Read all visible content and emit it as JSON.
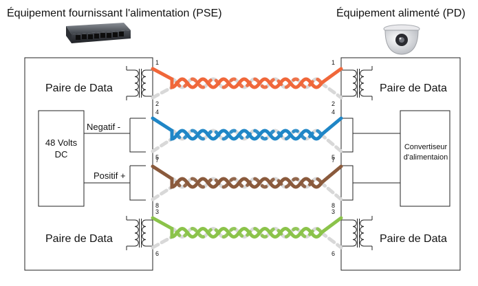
{
  "pse": {
    "title": "Équipement fournissant l'alimentation (PSE)",
    "icon": "network-switch-icon",
    "data_pair_top": "Paire de Data",
    "data_pair_bottom": "Paire de Data",
    "source_line1": "48 Volts",
    "source_line2": "DC",
    "negative_label": "Negatif -",
    "positive_label": "Positif +"
  },
  "pd": {
    "title": "Équipement alimenté (PD)",
    "icon": "dome-camera-icon",
    "data_pair_top": "Paire de Data",
    "data_pair_bottom": "Paire de Data",
    "converter_line1": "Convertiseur",
    "converter_line2": "d'alimentaion"
  },
  "pairs": [
    {
      "color": "#f0673a",
      "pin_a": "1",
      "pin_b": "2"
    },
    {
      "color": "#1f86c6",
      "pin_a": "4",
      "pin_b": "5"
    },
    {
      "color": "#8a5a3c",
      "pin_a": "7",
      "pin_b": "8"
    },
    {
      "color": "#8bc34a",
      "pin_a": "3",
      "pin_b": "6"
    }
  ],
  "colors": {
    "line": "#222222",
    "strand_white": "#d8d8d8"
  }
}
